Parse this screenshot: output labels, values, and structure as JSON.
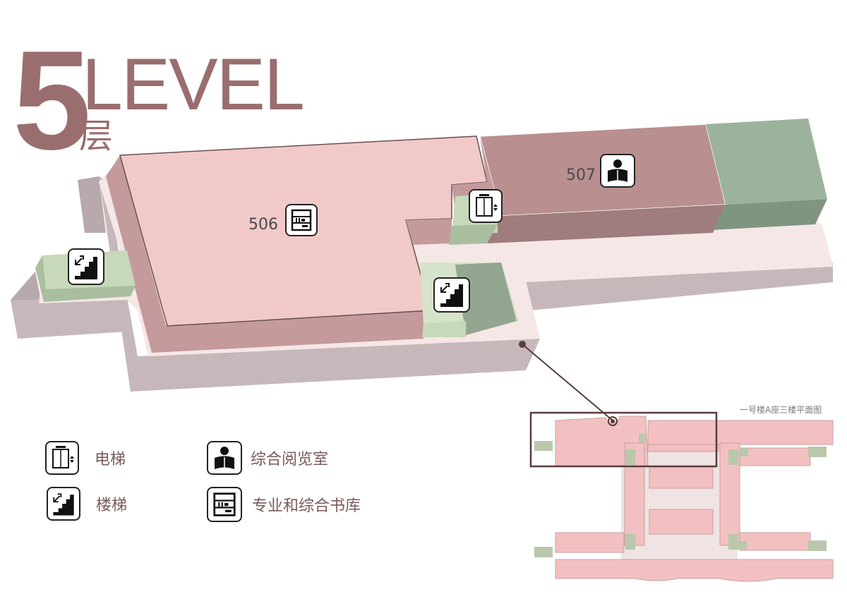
{
  "header": {
    "level_number": "5",
    "level_word": "LEVEL",
    "level_cn": "层"
  },
  "rooms": {
    "room_506": "506",
    "room_507": "507"
  },
  "minimap": {
    "title": "一号楼A座三楼平面图"
  },
  "legend": {
    "elevator": "电梯",
    "reading_room": "综合阅览室",
    "stairs": "楼梯",
    "book_stack": "专业和综合书库"
  },
  "colors": {
    "accent": "#9a6e6e",
    "room_pink": "#f2c9c9",
    "room_dark": "#b98f8f",
    "green": "#c7d9b9",
    "green_dark": "#93a68f",
    "floor": "#f6e7e7",
    "wall": "#c6b8ba"
  }
}
